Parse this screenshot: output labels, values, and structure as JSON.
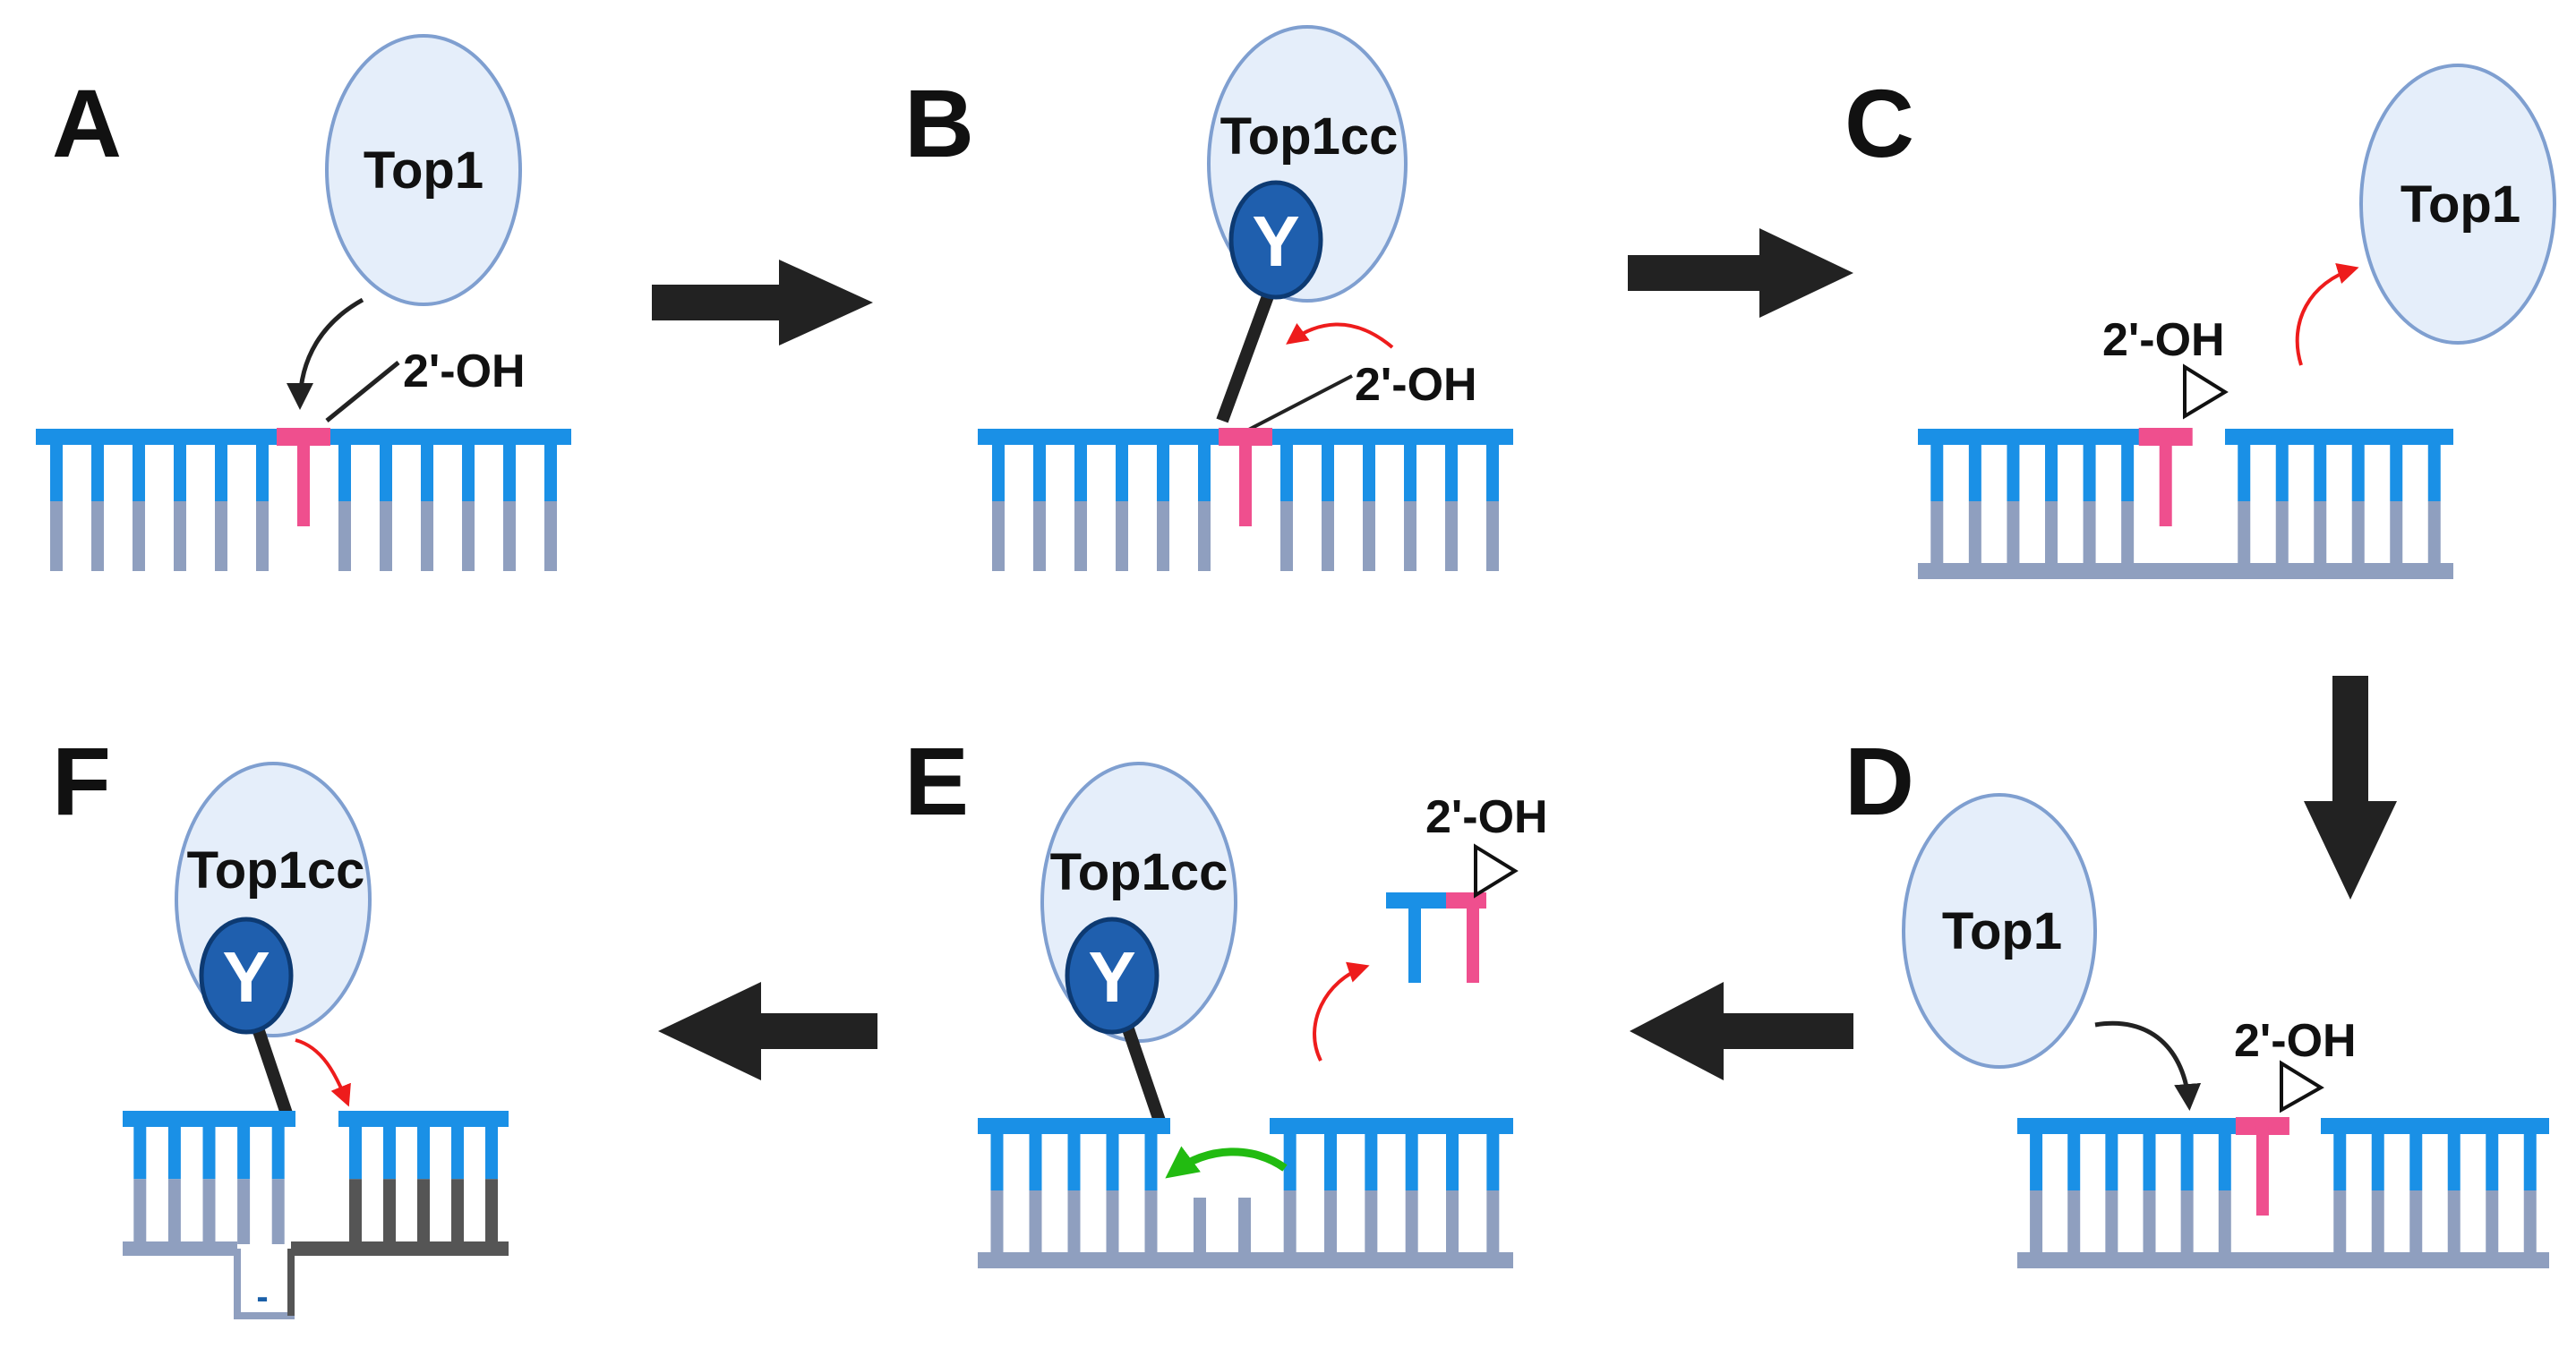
{
  "panels": [
    {
      "id": "A",
      "letter": "A",
      "protein_label": "Top1",
      "oh_label": "2'-OH"
    },
    {
      "id": "B",
      "letter": "B",
      "protein_label": "Top1cc",
      "residue_label": "Y",
      "oh_label": "2'-OH"
    },
    {
      "id": "C",
      "letter": "C",
      "protein_label": "Top1",
      "oh_label": "2'-OH"
    },
    {
      "id": "D",
      "letter": "D",
      "protein_label": "Top1",
      "oh_label": "2'-OH"
    },
    {
      "id": "E",
      "letter": "E",
      "protein_label": "Top1cc",
      "residue_label": "Y",
      "oh_label": "2'-OH"
    },
    {
      "id": "F",
      "letter": "F",
      "protein_label": "Top1cc",
      "residue_label": "Y",
      "gap_mark": "-"
    }
  ],
  "colors": {
    "strand_top": "#1a90e6",
    "strand_bottom": "#8f9fbf",
    "strand_dark": "#555555",
    "ribonucleotide": "#ef4f8e",
    "protein_fill": "#e5eefa",
    "protein_stroke": "#7f9fd0",
    "tyrosine_fill": "#1f5fae",
    "tyrosine_stroke": "#0d3a72",
    "flow_arrow": "#222222",
    "attack_arrow_red": "#ee1c1c",
    "ligation_arrow_green": "#22bb11"
  }
}
